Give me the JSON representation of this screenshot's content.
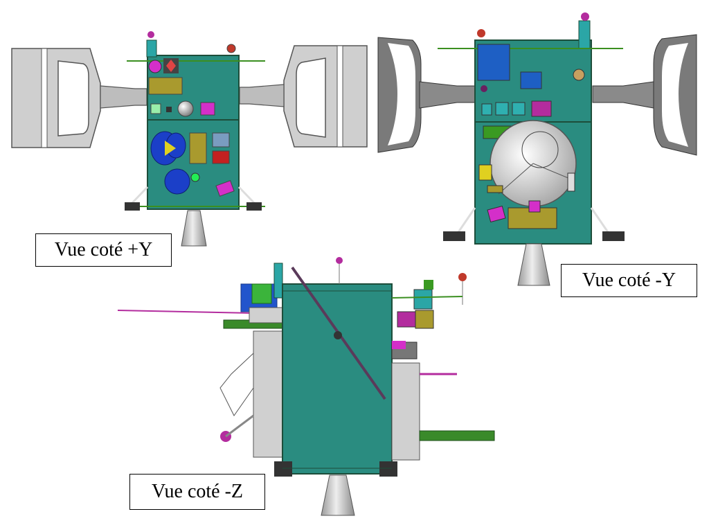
{
  "labels": {
    "plus_y": "Vue coté +Y",
    "minus_y": "Vue coté -Y",
    "minus_z": "Vue coté -Z"
  },
  "colors": {
    "body": "#2a8c80",
    "body_edge": "#1d4d3a",
    "panel": "#c9c9c9",
    "panel_dark": "#8a8a8a",
    "olive": "#a99a2e",
    "blue": "#1b3fc8",
    "magenta": "#d42fc9",
    "green": "#3a9a22",
    "red": "#c42020",
    "nozzle": "#b9b9b9",
    "label_border": "#000000"
  }
}
